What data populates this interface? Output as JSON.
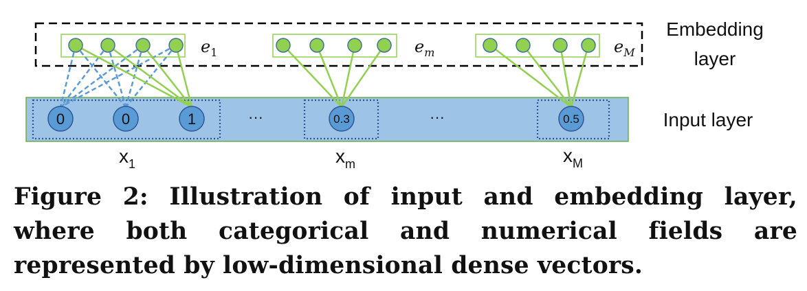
{
  "figure": {
    "embedding_label_line1": "Embedding",
    "embedding_label_line2": "layer",
    "input_label": "Input layer",
    "embeddings": [
      {
        "name": "e",
        "sub": "1"
      },
      {
        "name": "e",
        "sub": "m"
      },
      {
        "name": "e",
        "sub": "M"
      }
    ],
    "input_values": [
      "0",
      "0",
      "1",
      "0.3",
      "0.5"
    ],
    "ellipses": [
      "···",
      "···"
    ],
    "fields": [
      {
        "name": "x",
        "sub": "1"
      },
      {
        "name": "x",
        "sub": "m"
      },
      {
        "name": "x",
        "sub": "M"
      }
    ],
    "colors": {
      "node_green": "#92d050",
      "node_blue": "#5b9bd5",
      "input_bar": "#9dc3e6",
      "connector_green": "#92d050",
      "connector_blue_dashed": "#5b9bd5",
      "node_border": "#41719c"
    }
  },
  "caption": "Figure 2: Illustration of input and embedding layer, where both categorical and numerical fields are represented by low-dimensional dense vectors."
}
